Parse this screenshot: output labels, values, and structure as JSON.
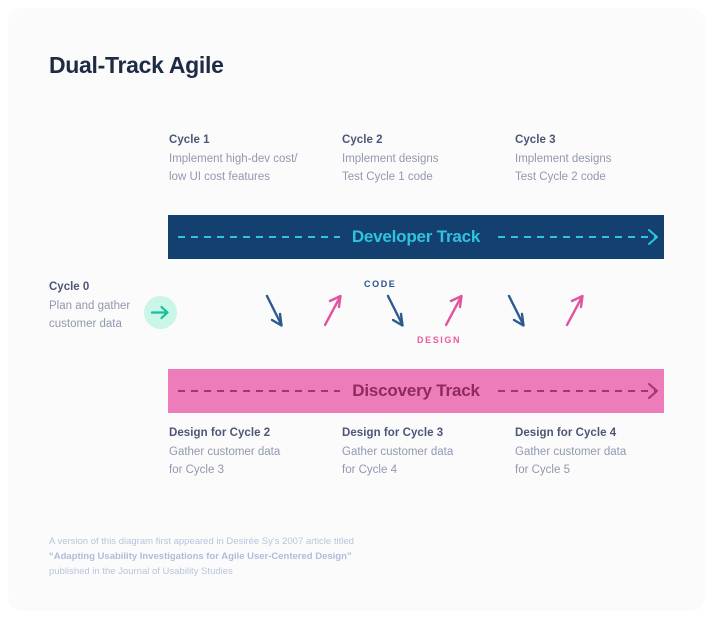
{
  "title": "Dual-Track Agile",
  "colors": {
    "card_bg": "#fbfbfc",
    "title": "#1d2b44",
    "developer_track_bg": "#144070",
    "developer_track_text": "#2ec3e0",
    "discovery_track_bg": "#ed7cba",
    "discovery_track_text": "#8e2a60",
    "code_arrow": "#2b5a8e",
    "design_arrow": "#e0559e",
    "cycle0_circle": "#c9f6e6",
    "cycle0_arrow": "#18bf9c",
    "heading_text": "#4d5675",
    "body_text": "#9298ae",
    "footnote_text": "#b9c4dd"
  },
  "cycle0": {
    "heading": "Cycle 0",
    "line1": "Plan and gather",
    "line2": "customer data",
    "arrow_icon": "arrow-right-icon"
  },
  "developer_track": {
    "label": "Developer Track"
  },
  "discovery_track": {
    "label": "Discovery Track"
  },
  "middle": {
    "code_label": "CODE",
    "design_label": "DESIGN"
  },
  "top_blocks": [
    {
      "heading": "Cycle 1",
      "line1": "Implement high-dev cost/",
      "line2": "low UI cost features"
    },
    {
      "heading": "Cycle 2",
      "line1": "Implement designs",
      "line2": "Test Cycle 1 code"
    },
    {
      "heading": "Cycle 3",
      "line1": "Implement designs",
      "line2": "Test Cycle 2 code"
    }
  ],
  "bottom_blocks": [
    {
      "heading": "Design for Cycle 2",
      "line1": "Gather customer data",
      "line2": "for Cycle 3"
    },
    {
      "heading": "Design for Cycle 3",
      "line1": "Gather customer data",
      "line2": "for Cycle 4"
    },
    {
      "heading": "Design for Cycle 4",
      "line1": "Gather customer data",
      "line2": "for Cycle 5"
    }
  ],
  "footnote": {
    "line1": "A version of this diagram first appeared in Desirée Sy's 2007 article titled",
    "line2": "“Adapting Usability Investigations for Agile User-Centered Design”",
    "line3": "published in the Journal of Usability Studies"
  }
}
